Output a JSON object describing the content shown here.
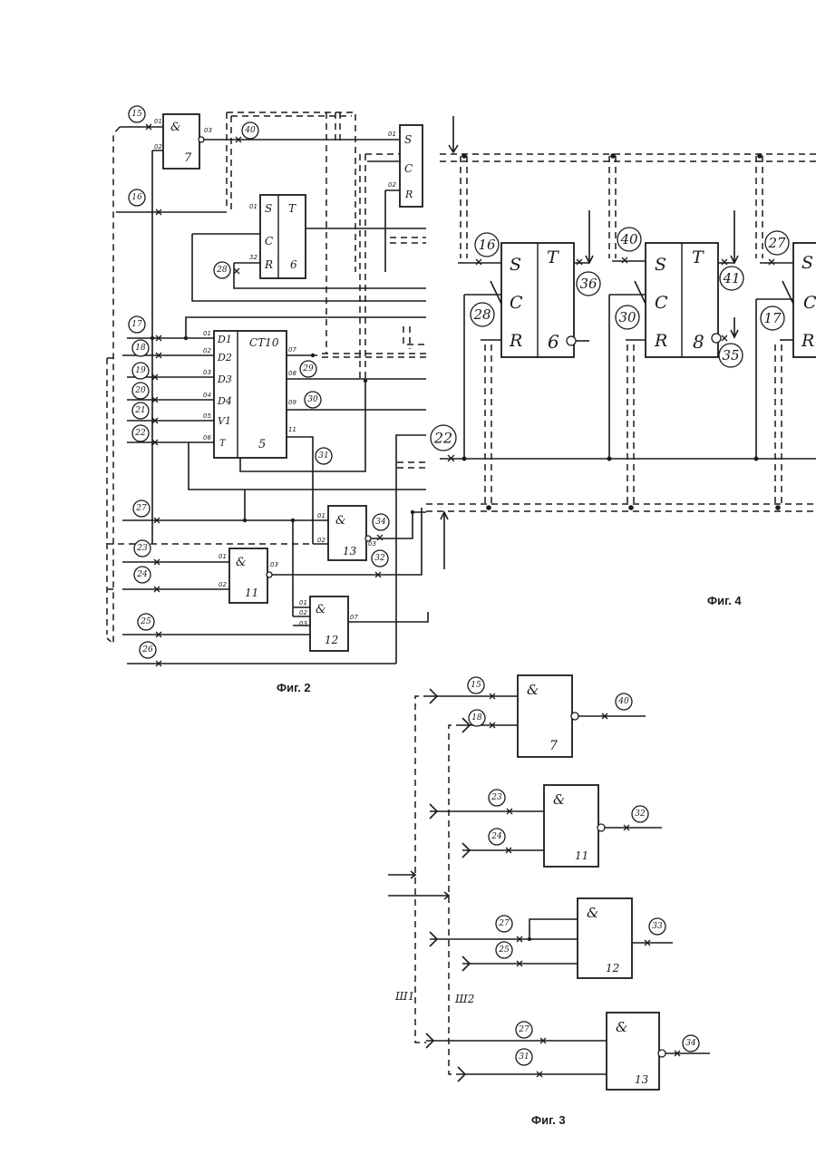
{
  "figures": {
    "fig2": {
      "caption": "Фиг. 2",
      "blocks": {
        "and7": {
          "symbol": "&",
          "number": "7",
          "pins": [
            "01",
            "02",
            "03"
          ]
        },
        "ff6": {
          "s": "S",
          "c": "C",
          "r": "R",
          "t": "T",
          "number": "6",
          "pins": [
            "01",
            "32"
          ]
        },
        "ff_partial": {
          "s": "S",
          "c": "C",
          "r": "R",
          "pins": [
            "01",
            "02"
          ]
        },
        "counter5": {
          "type": "CT10",
          "number": "5",
          "inputs": [
            "D1",
            "D2",
            "D3",
            "D4",
            "V1",
            "T"
          ],
          "pin_codes": [
            "01",
            "02",
            "03",
            "04",
            "05",
            "06",
            "07",
            "08",
            "09",
            "11"
          ]
        },
        "and13": {
          "symbol": "&",
          "number": "13",
          "pins": [
            "01",
            "02",
            "03"
          ]
        },
        "and11": {
          "symbol": "&",
          "number": "11",
          "pins": [
            "01",
            "02",
            "03"
          ]
        },
        "and12": {
          "symbol": "&",
          "number": "12",
          "pins": [
            "01",
            "02",
            "03",
            "07"
          ]
        }
      },
      "signals": [
        "15",
        "16",
        "17",
        "18",
        "19",
        "20",
        "21",
        "22",
        "23",
        "24",
        "25",
        "26",
        "27",
        "28",
        "29",
        "30",
        "31",
        "32",
        "34",
        "40"
      ]
    },
    "fig3": {
      "caption": "Фиг. 3",
      "bus_labels": [
        "Ш1",
        "Ш2"
      ],
      "gates": [
        {
          "symbol": "&",
          "number": "7",
          "inputs": [
            "15",
            "18"
          ],
          "output": "40"
        },
        {
          "symbol": "&",
          "number": "11",
          "inputs": [
            "23",
            "24"
          ],
          "output": "32"
        },
        {
          "symbol": "&",
          "number": "12",
          "inputs": [
            "27",
            "25"
          ],
          "output": "33"
        },
        {
          "symbol": "&",
          "number": "13",
          "inputs": [
            "27",
            "31"
          ],
          "output": "34"
        }
      ]
    },
    "fig4": {
      "caption": "Фиг. 4",
      "flipflops": [
        {
          "s": "S",
          "c": "C",
          "r": "R",
          "t": "T",
          "number": "6",
          "in_s": "16",
          "in_r": "28",
          "out": "36"
        },
        {
          "s": "S",
          "c": "C",
          "r": "R",
          "t": "T",
          "number": "8",
          "in_s": "40",
          "in_r": "30",
          "out_top": "41",
          "out_bottom": "35"
        },
        {
          "s": "S",
          "c": "C",
          "r": "R",
          "in_s": "27",
          "in_r": "17"
        }
      ],
      "bus_label": "22"
    }
  }
}
